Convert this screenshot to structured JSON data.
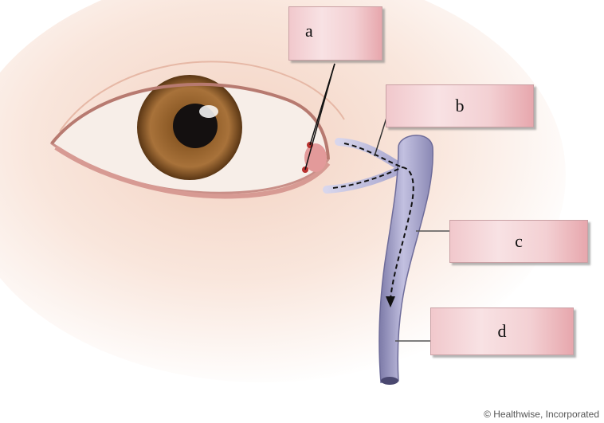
{
  "labels": {
    "a": "a",
    "b": "b",
    "c": "c",
    "d": "d"
  },
  "credit": "© Healthwise, Incorporated"
}
